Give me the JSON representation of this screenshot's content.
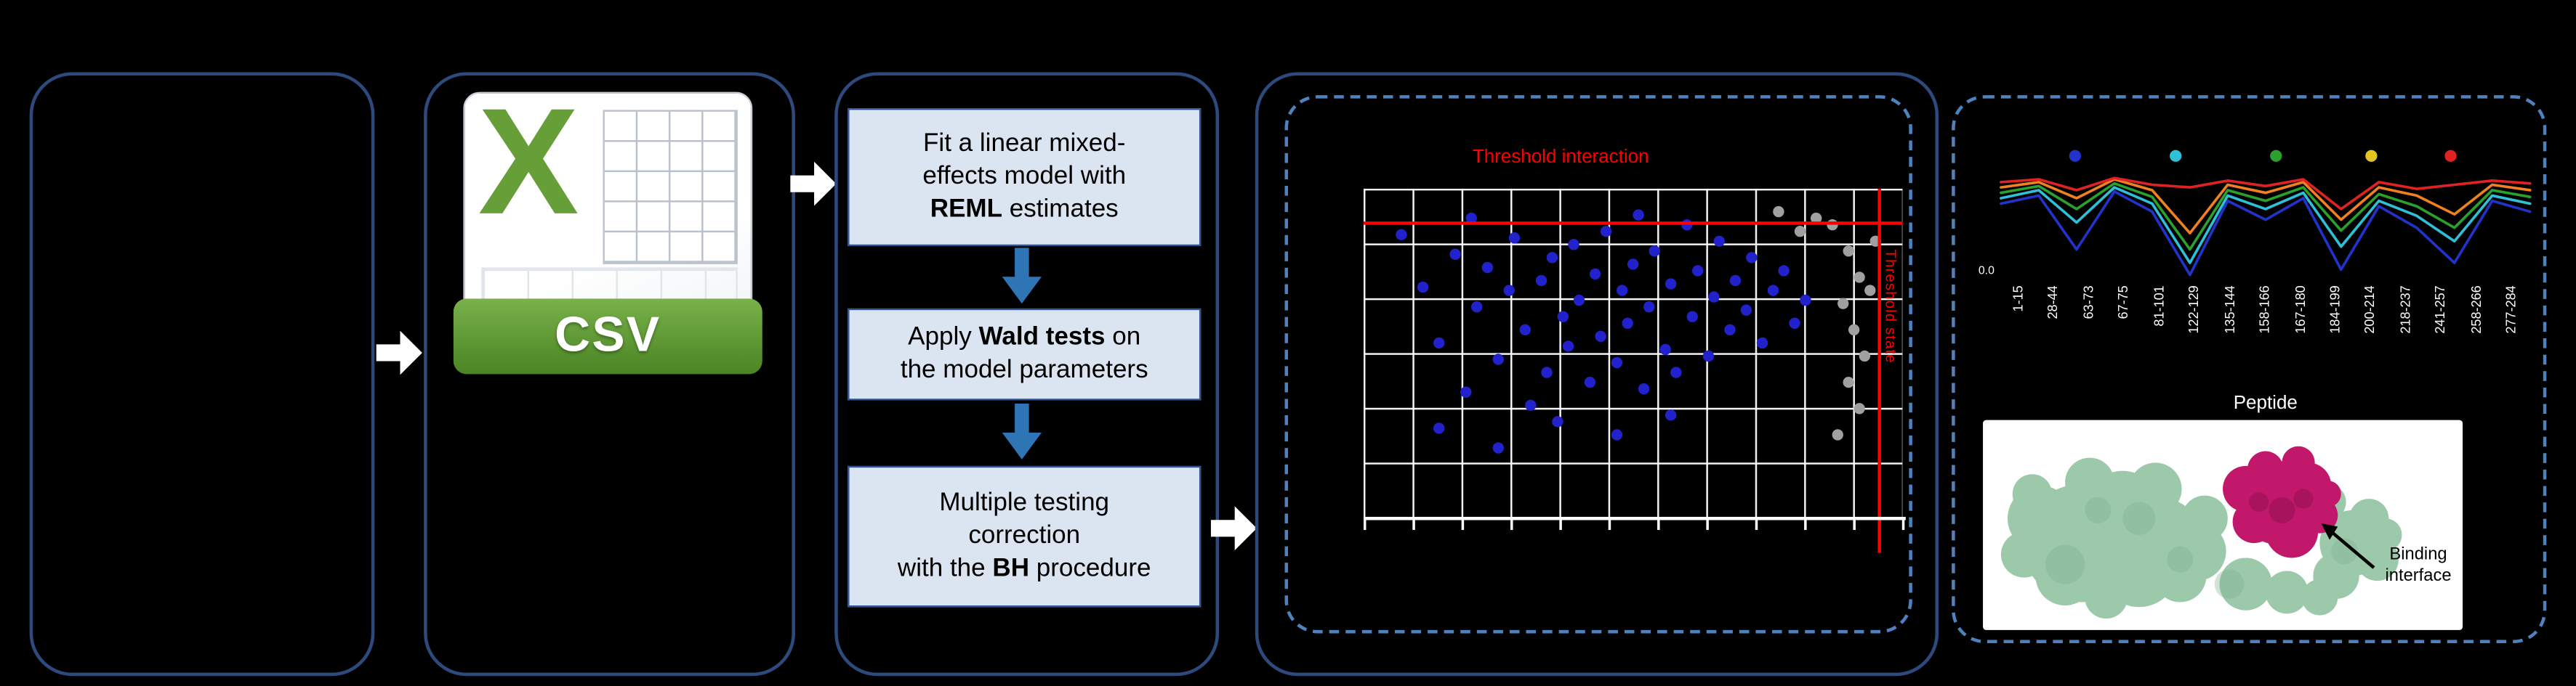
{
  "colors": {
    "background": "#000000",
    "panel_border": "#2e4a7d",
    "dashed_border": "#4f81bd",
    "step_fill": "#dbe5f1",
    "step_border": "#2f5496",
    "flow_arrow_white": "#ffffff",
    "flow_arrow_blue": "#2e75b6",
    "csv_green": "#669e38",
    "csv_ribbon_top": "#79b24a",
    "csv_ribbon_bottom": "#4a8424",
    "threshold_red": "#ff0000",
    "scatter_point_blue": "#2222cc",
    "scatter_point_gray": "#a0a0a0",
    "protein_surface_green": "#9cc9a9",
    "protein_surface_shade": "#7bb08d",
    "binding_interface_magenta": "#c2186b",
    "binding_interface_shade": "#8e1050"
  },
  "csv_icon": {
    "x_letter": "X",
    "label": "CSV"
  },
  "steps": {
    "step1": {
      "lines": [
        [
          {
            "t": "Fit a linear mixed-"
          }
        ],
        [
          {
            "t": "effects model with"
          }
        ],
        [
          {
            "t": "REML",
            "b": true
          },
          {
            "t": " estimates"
          }
        ]
      ]
    },
    "step2": {
      "lines": [
        [
          {
            "t": "Apply "
          },
          {
            "t": "Wald tests",
            "b": true
          },
          {
            "t": " on"
          }
        ],
        [
          {
            "t": "the model parameters"
          }
        ]
      ]
    },
    "step3": {
      "lines": [
        [
          {
            "t": "Multiple testing"
          }
        ],
        [
          {
            "t": "correction"
          }
        ],
        [
          {
            "t": "with the "
          },
          {
            "t": "BH",
            "b": true
          },
          {
            "t": " procedure"
          }
        ]
      ]
    }
  },
  "chart_data": [
    {
      "type": "scatter",
      "title": "Threshold interaction",
      "x_threshold_label": "Threshold state",
      "grid": true,
      "threshold_h_frac": 0.1,
      "threshold_v_frac": 0.955,
      "points": {
        "significant_blue": [
          [
            0.07,
            0.14
          ],
          [
            0.11,
            0.3
          ],
          [
            0.14,
            0.47
          ],
          [
            0.17,
            0.2
          ],
          [
            0.19,
            0.62
          ],
          [
            0.21,
            0.36
          ],
          [
            0.23,
            0.24
          ],
          [
            0.25,
            0.52
          ],
          [
            0.27,
            0.31
          ],
          [
            0.28,
            0.15
          ],
          [
            0.3,
            0.43
          ],
          [
            0.31,
            0.66
          ],
          [
            0.33,
            0.28
          ],
          [
            0.34,
            0.56
          ],
          [
            0.35,
            0.21
          ],
          [
            0.37,
            0.39
          ],
          [
            0.38,
            0.48
          ],
          [
            0.39,
            0.17
          ],
          [
            0.4,
            0.34
          ],
          [
            0.42,
            0.59
          ],
          [
            0.43,
            0.26
          ],
          [
            0.44,
            0.45
          ],
          [
            0.45,
            0.13
          ],
          [
            0.47,
            0.53
          ],
          [
            0.48,
            0.31
          ],
          [
            0.49,
            0.41
          ],
          [
            0.5,
            0.23
          ],
          [
            0.52,
            0.61
          ],
          [
            0.53,
            0.36
          ],
          [
            0.54,
            0.19
          ],
          [
            0.56,
            0.49
          ],
          [
            0.57,
            0.29
          ],
          [
            0.58,
            0.56
          ],
          [
            0.6,
            0.11
          ],
          [
            0.61,
            0.39
          ],
          [
            0.62,
            0.25
          ],
          [
            0.64,
            0.51
          ],
          [
            0.65,
            0.33
          ],
          [
            0.66,
            0.16
          ],
          [
            0.68,
            0.43
          ],
          [
            0.69,
            0.28
          ],
          [
            0.71,
            0.37
          ],
          [
            0.72,
            0.21
          ],
          [
            0.74,
            0.47
          ],
          [
            0.76,
            0.31
          ],
          [
            0.78,
            0.25
          ],
          [
            0.8,
            0.41
          ],
          [
            0.82,
            0.34
          ],
          [
            0.14,
            0.73
          ],
          [
            0.25,
            0.79
          ],
          [
            0.36,
            0.71
          ],
          [
            0.47,
            0.75
          ],
          [
            0.57,
            0.69
          ],
          [
            0.2,
            0.09
          ],
          [
            0.51,
            0.08
          ]
        ],
        "nonsignificant_gray": [
          [
            0.87,
            0.11
          ],
          [
            0.9,
            0.19
          ],
          [
            0.92,
            0.27
          ],
          [
            0.89,
            0.35
          ],
          [
            0.91,
            0.43
          ],
          [
            0.93,
            0.51
          ],
          [
            0.9,
            0.59
          ],
          [
            0.92,
            0.67
          ],
          [
            0.88,
            0.75
          ],
          [
            0.77,
            0.07
          ],
          [
            0.81,
            0.13
          ],
          [
            0.84,
            0.09
          ],
          [
            0.95,
            0.16
          ],
          [
            0.94,
            0.31
          ]
        ]
      }
    },
    {
      "type": "line",
      "xlabel": "Peptide",
      "ytick_labels": [
        "0.0"
      ],
      "categories": [
        "1-15",
        "28-44",
        "63-73",
        "67-75",
        "81-101",
        "122-129",
        "135-144",
        "158-166",
        "167-180",
        "184-199",
        "200-214",
        "218-237",
        "241-257",
        "258-266",
        "277-284"
      ],
      "series": [
        {
          "color": "#2233cc",
          "values": [
            0.56,
            0.62,
            0.22,
            0.65,
            0.5,
            0.03,
            0.58,
            0.44,
            0.6,
            0.07,
            0.54,
            0.38,
            0.12,
            0.58,
            0.5
          ]
        },
        {
          "color": "#2ec0d8",
          "values": [
            0.6,
            0.66,
            0.42,
            0.68,
            0.56,
            0.12,
            0.62,
            0.52,
            0.64,
            0.24,
            0.58,
            0.47,
            0.28,
            0.62,
            0.56
          ]
        },
        {
          "color": "#2ca02c",
          "values": [
            0.64,
            0.69,
            0.52,
            0.71,
            0.61,
            0.22,
            0.66,
            0.58,
            0.68,
            0.36,
            0.63,
            0.54,
            0.38,
            0.66,
            0.61
          ]
        },
        {
          "color": "#f08020",
          "values": [
            0.68,
            0.72,
            0.6,
            0.74,
            0.66,
            0.34,
            0.7,
            0.64,
            0.72,
            0.44,
            0.68,
            0.62,
            0.48,
            0.7,
            0.66
          ]
        },
        {
          "color": "#e02222",
          "values": [
            0.72,
            0.74,
            0.66,
            0.75,
            0.7,
            0.68,
            0.73,
            0.69,
            0.74,
            0.52,
            0.72,
            0.67,
            0.7,
            0.73,
            0.71
          ]
        }
      ],
      "top_dots": [
        {
          "color": "#2233cc",
          "x_frac": 0.14
        },
        {
          "color": "#2ec0d8",
          "x_frac": 0.33
        },
        {
          "color": "#2ca02c",
          "x_frac": 0.52
        },
        {
          "color": "#e3c51e",
          "x_frac": 0.7
        },
        {
          "color": "#e02222",
          "x_frac": 0.85
        }
      ]
    }
  ],
  "results_panel": {
    "binding_label": "Binding\ninterface"
  }
}
